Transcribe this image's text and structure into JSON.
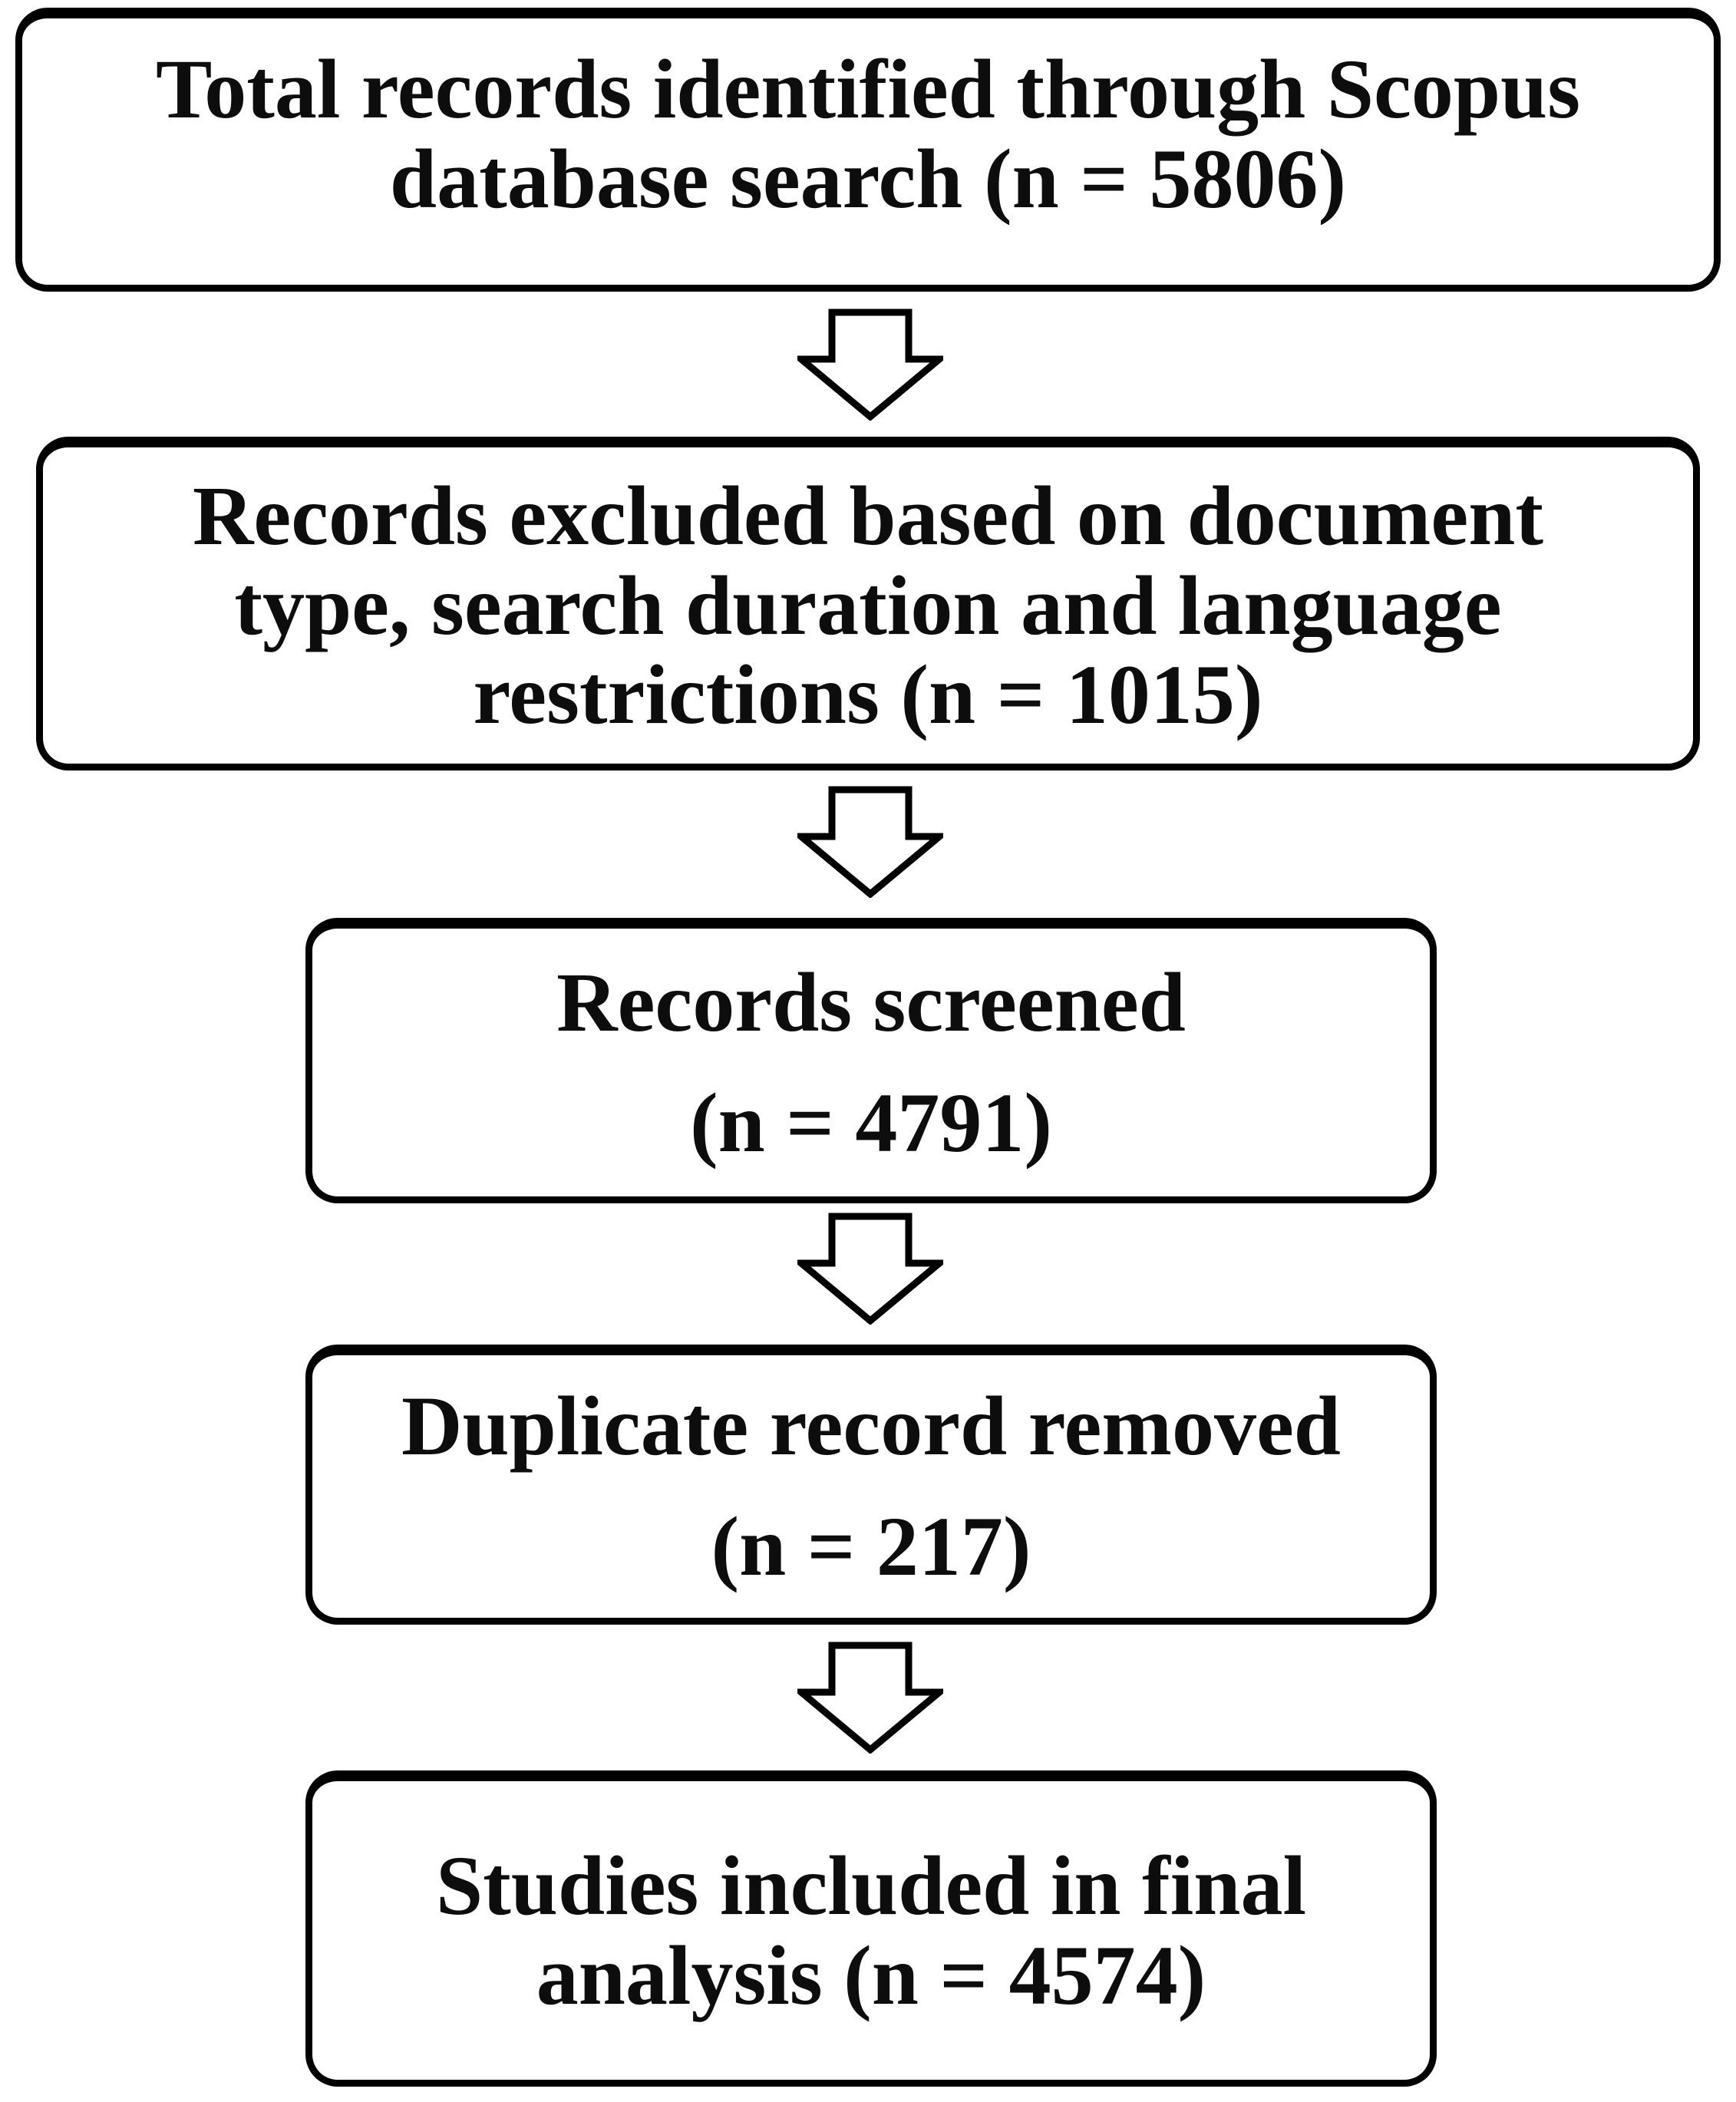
{
  "diagram": {
    "type": "flowchart",
    "direction": "top-down",
    "colors": {
      "background": "#ffffff",
      "border": "#000000",
      "text": "#0d0d0d"
    },
    "arrow_icon": "down-arrow",
    "boxes": [
      {
        "name": "records-identified",
        "lines": [
          "Total records identified through Scopus",
          "database search (n = 5806)"
        ],
        "n": "5806"
      },
      {
        "name": "records-excluded",
        "lines": [
          "Records excluded based on document",
          "type, search duration and language",
          "restrictions (n = 1015)"
        ],
        "n": "1015"
      },
      {
        "name": "records-screened",
        "lines": [
          "Records screened",
          "(n = 4791)"
        ],
        "n": "4791"
      },
      {
        "name": "duplicates-removed",
        "lines": [
          "Duplicate record removed",
          "(n = 217)"
        ],
        "n": "217"
      },
      {
        "name": "studies-included",
        "lines": [
          "Studies included in final",
          "analysis (n = 4574)"
        ],
        "n": "4574"
      }
    ]
  }
}
